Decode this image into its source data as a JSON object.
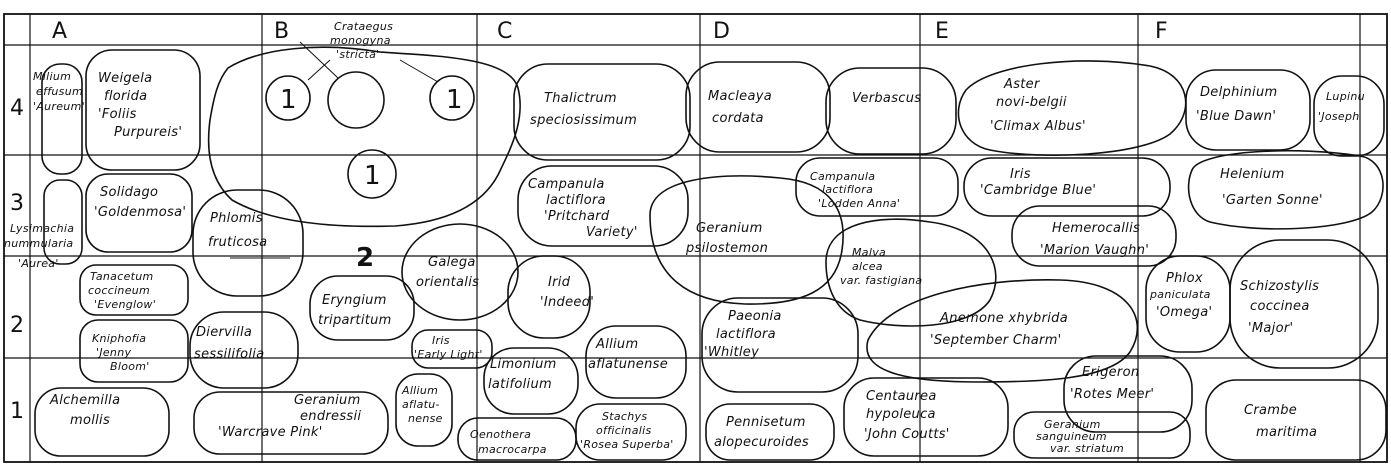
{
  "columns": [
    "A",
    "B",
    "C",
    "D",
    "E",
    "F"
  ],
  "rows": [
    "4",
    "3",
    "2",
    "1"
  ],
  "markers": {
    "m1a": "1",
    "m1b": "1",
    "m1c": "1",
    "m2": "2"
  },
  "plants": {
    "milium": [
      "Milium",
      "effusum",
      "'Aureum'"
    ],
    "weigela": [
      "Weigela",
      "florida",
      "'Foliis",
      "Purpureis'"
    ],
    "crataegus": [
      "Crataegus",
      "monogyna",
      "'stricta'"
    ],
    "thalictrum": [
      "Thalictrum",
      "speciosissimum"
    ],
    "macleaya": [
      "Macleaya",
      "cordata"
    ],
    "verbascum": [
      "Verbascus"
    ],
    "aster": [
      "Aster",
      "novi-belgii",
      "'Climax Albus'"
    ],
    "delphinium": [
      "Delphinium",
      "'Blue Dawn'"
    ],
    "lupinus": [
      "Lupinu",
      "'Joseph"
    ],
    "lysimachia": [
      "Lysimachia",
      "nummularia",
      "'Aurea'"
    ],
    "solidago": [
      "Solidago",
      "'Goldenmosa'"
    ],
    "phlomis": [
      "Phlomis",
      "fruticosa"
    ],
    "campanula1": [
      "Campanula",
      "lactiflora",
      "'Pritchard",
      "Variety'"
    ],
    "geranium_ps": [
      "Geranium",
      "psilostemon"
    ],
    "campanula2": [
      "Campanula",
      "lactiflora",
      "'Lodden Anna'"
    ],
    "iris_cb": [
      "Iris",
      "'Cambridge Blue'"
    ],
    "helenium": [
      "Helenium",
      "'Garten Sonne'"
    ],
    "hemerocallis": [
      "Hemerocallis",
      "'Marion Vaughn'"
    ],
    "tanacetum": [
      "Tanacetum",
      "coccineum",
      "'Evenglow'"
    ],
    "kniphofia": [
      "Kniphofia",
      "'Jenny",
      "Bloom'"
    ],
    "galega": [
      "Galega",
      "orientalis"
    ],
    "eryngium": [
      "Eryngium",
      "tripartitum"
    ],
    "irid": [
      "Irid",
      "'Indeed'"
    ],
    "malva": [
      "Malva",
      "alcea",
      "var. fastigiana"
    ],
    "phlox": [
      "Phlox",
      "paniculata",
      "'Omega'"
    ],
    "schizostylis": [
      "Schizostylis",
      "coccinea",
      "'Major'"
    ],
    "diervilla": [
      "Diervilla",
      "sessilifolia"
    ],
    "iris_el": [
      "Iris",
      "'Early Light'"
    ],
    "limonium": [
      "Limonium",
      "latifolium"
    ],
    "allium1": [
      "Allium",
      "aflatunense"
    ],
    "paeonia": [
      "Paeonia",
      "lactiflora",
      "'Whitley"
    ],
    "anemone": [
      "Anemone xhybrida",
      "'September Charm'"
    ],
    "erigeron": [
      "Erigeron",
      "'Rotes Meer'"
    ],
    "alchemilla": [
      "Alchemilla",
      "mollis"
    ],
    "geranium_en": [
      "Geranium",
      "endressii",
      "'Warcrave Pink'"
    ],
    "allium2": [
      "Allium",
      "aflatu-",
      "nense"
    ],
    "stachys": [
      "Stachys",
      "officinalis",
      "'Rosea Superba'"
    ],
    "oenothera": [
      "Oenothera",
      "macrocarpa"
    ],
    "pennisetum": [
      "Pennisetum",
      "alopecuroides"
    ],
    "centaurea": [
      "Centaurea",
      "hypoleuca",
      "'John Coutts'"
    ],
    "geranium_sa": [
      "Geranium",
      "sanguineum",
      "var. striatum"
    ],
    "crambe": [
      "Crambe",
      "maritima"
    ]
  }
}
